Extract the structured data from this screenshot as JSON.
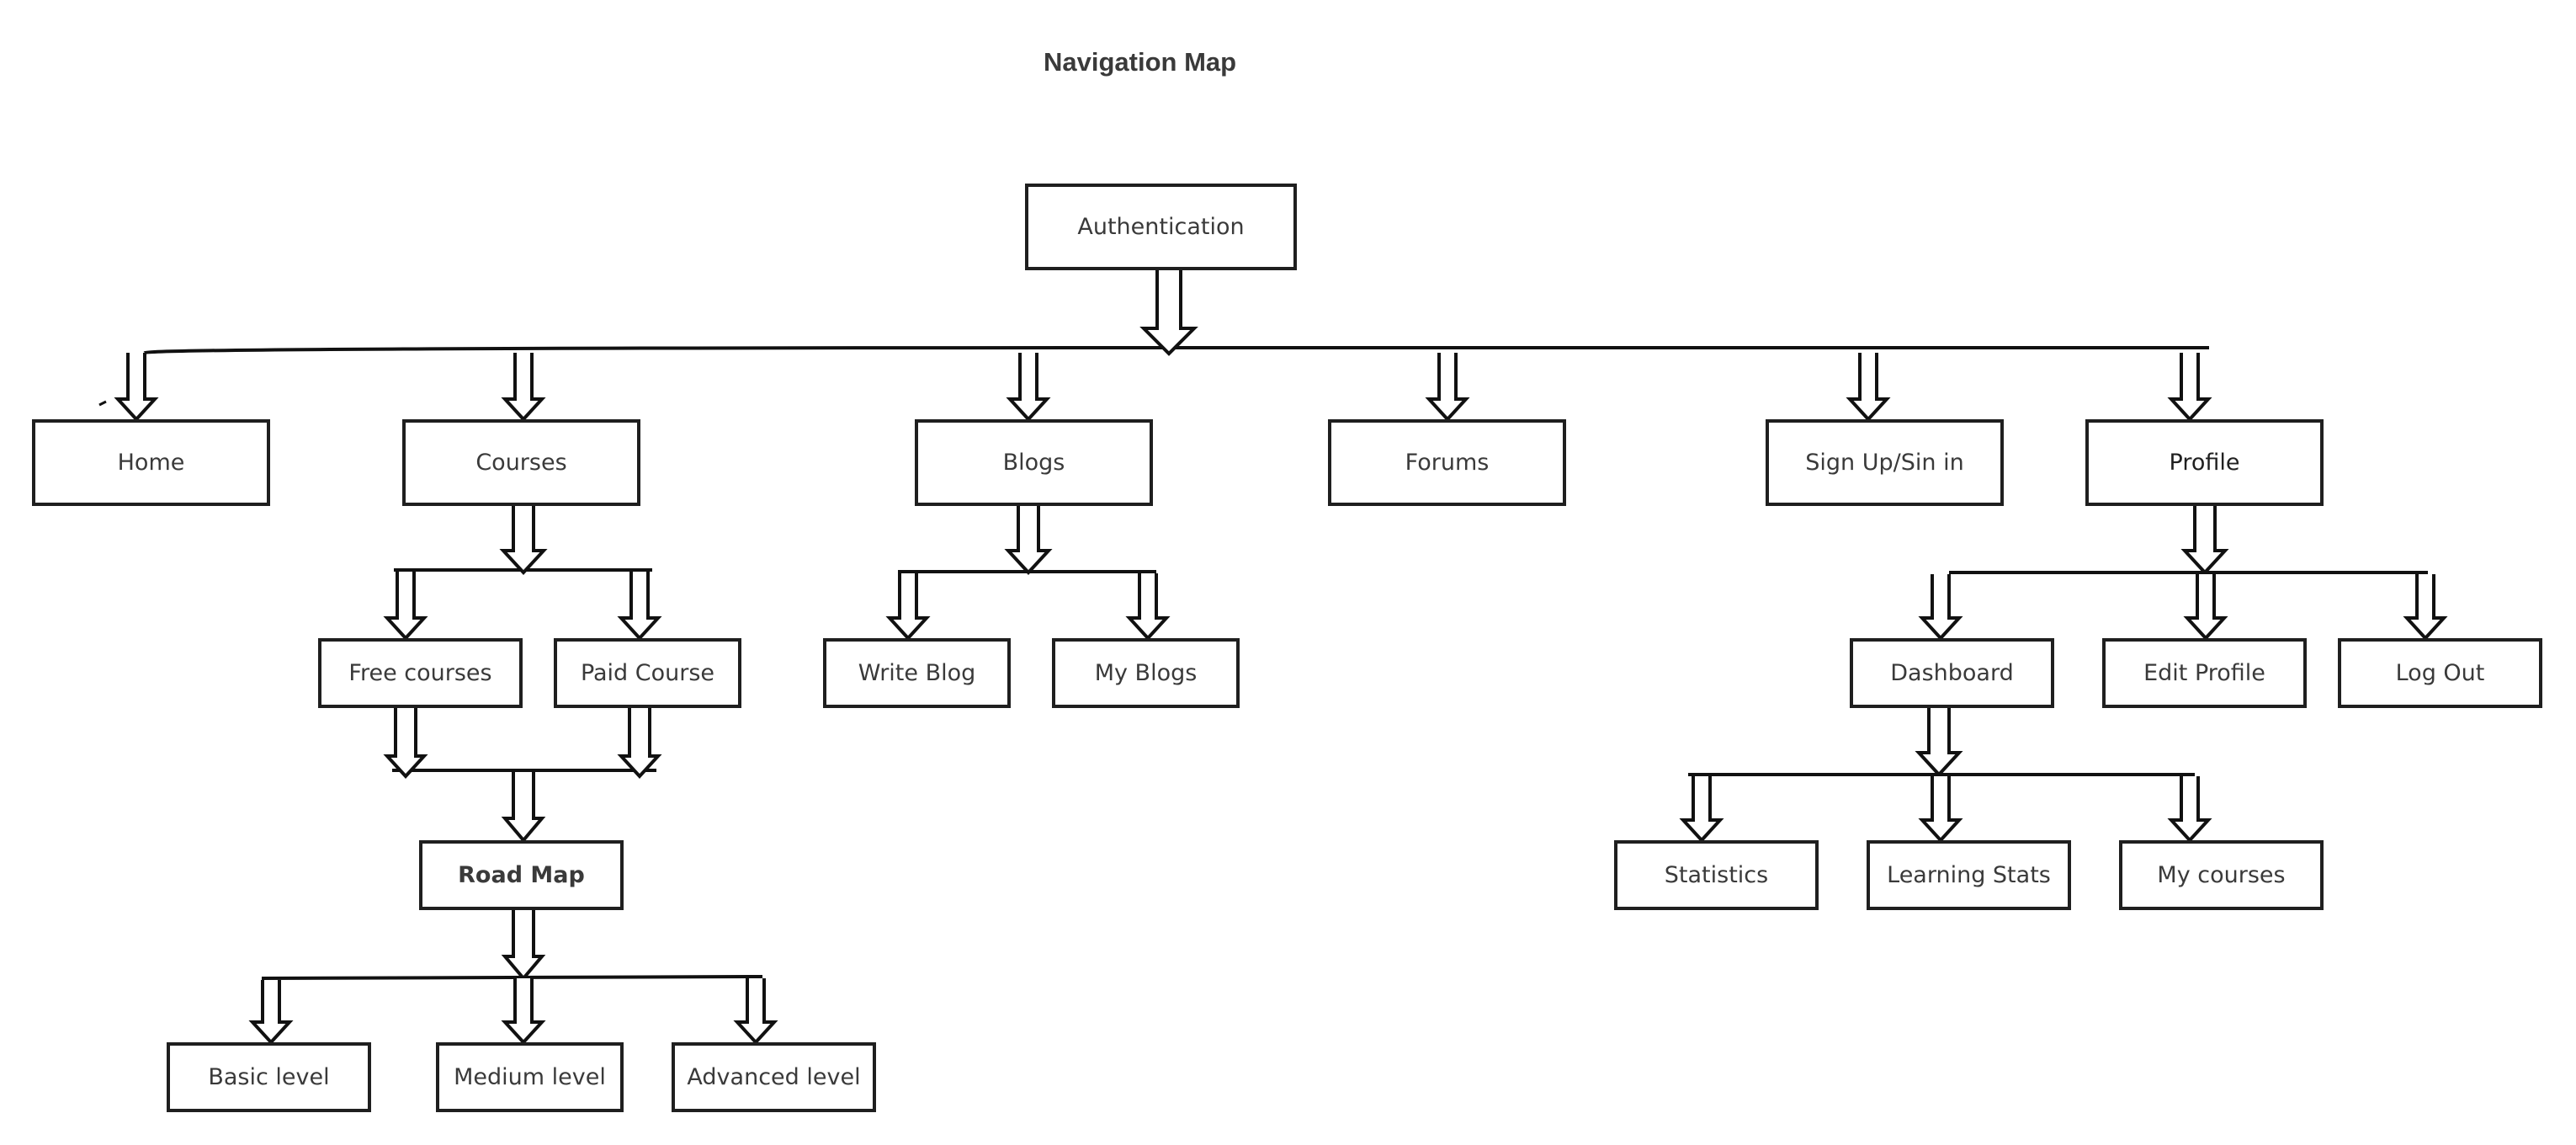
{
  "title": "Navigation Map",
  "nodes": {
    "authentication": "Authentication",
    "home": "Home",
    "courses": "Courses",
    "blogs": "Blogs",
    "forums": "Forums",
    "signup": "Sign Up/Sin in",
    "profile": "Profile",
    "free_courses": "Free courses",
    "paid_course": "Paid Course",
    "write_blog": "Write Blog",
    "my_blogs": "My Blogs",
    "dashboard": "Dashboard",
    "edit_profile": "Edit Profile",
    "log_out": "Log Out",
    "road_map": "Road Map",
    "statistics": "Statistics",
    "learning_stats": "Learning Stats",
    "my_courses": "My courses",
    "basic_level": "Basic level",
    "medium_level": "Medium level",
    "advanced_level": "Advanced level"
  },
  "edges": [
    {
      "from": "Authentication",
      "to": [
        "Home",
        "Courses",
        "Blogs",
        "Forums",
        "Sign Up/Sin in",
        "Profile"
      ]
    },
    {
      "from": "Courses",
      "to": [
        "Free courses",
        "Paid Course"
      ]
    },
    {
      "from": "Blogs",
      "to": [
        "Write Blog",
        "My Blogs"
      ]
    },
    {
      "from": "Profile",
      "to": [
        "Dashboard",
        "Edit Profile",
        "Log Out"
      ]
    },
    {
      "from": "Free courses",
      "to": [
        "Road Map"
      ]
    },
    {
      "from": "Paid Course",
      "to": [
        "Road Map"
      ]
    },
    {
      "from": "Dashboard",
      "to": [
        "Statistics",
        "Learning Stats",
        "My courses"
      ]
    },
    {
      "from": "Road Map",
      "to": [
        "Basic level",
        "Medium level",
        "Advanced level"
      ]
    }
  ]
}
